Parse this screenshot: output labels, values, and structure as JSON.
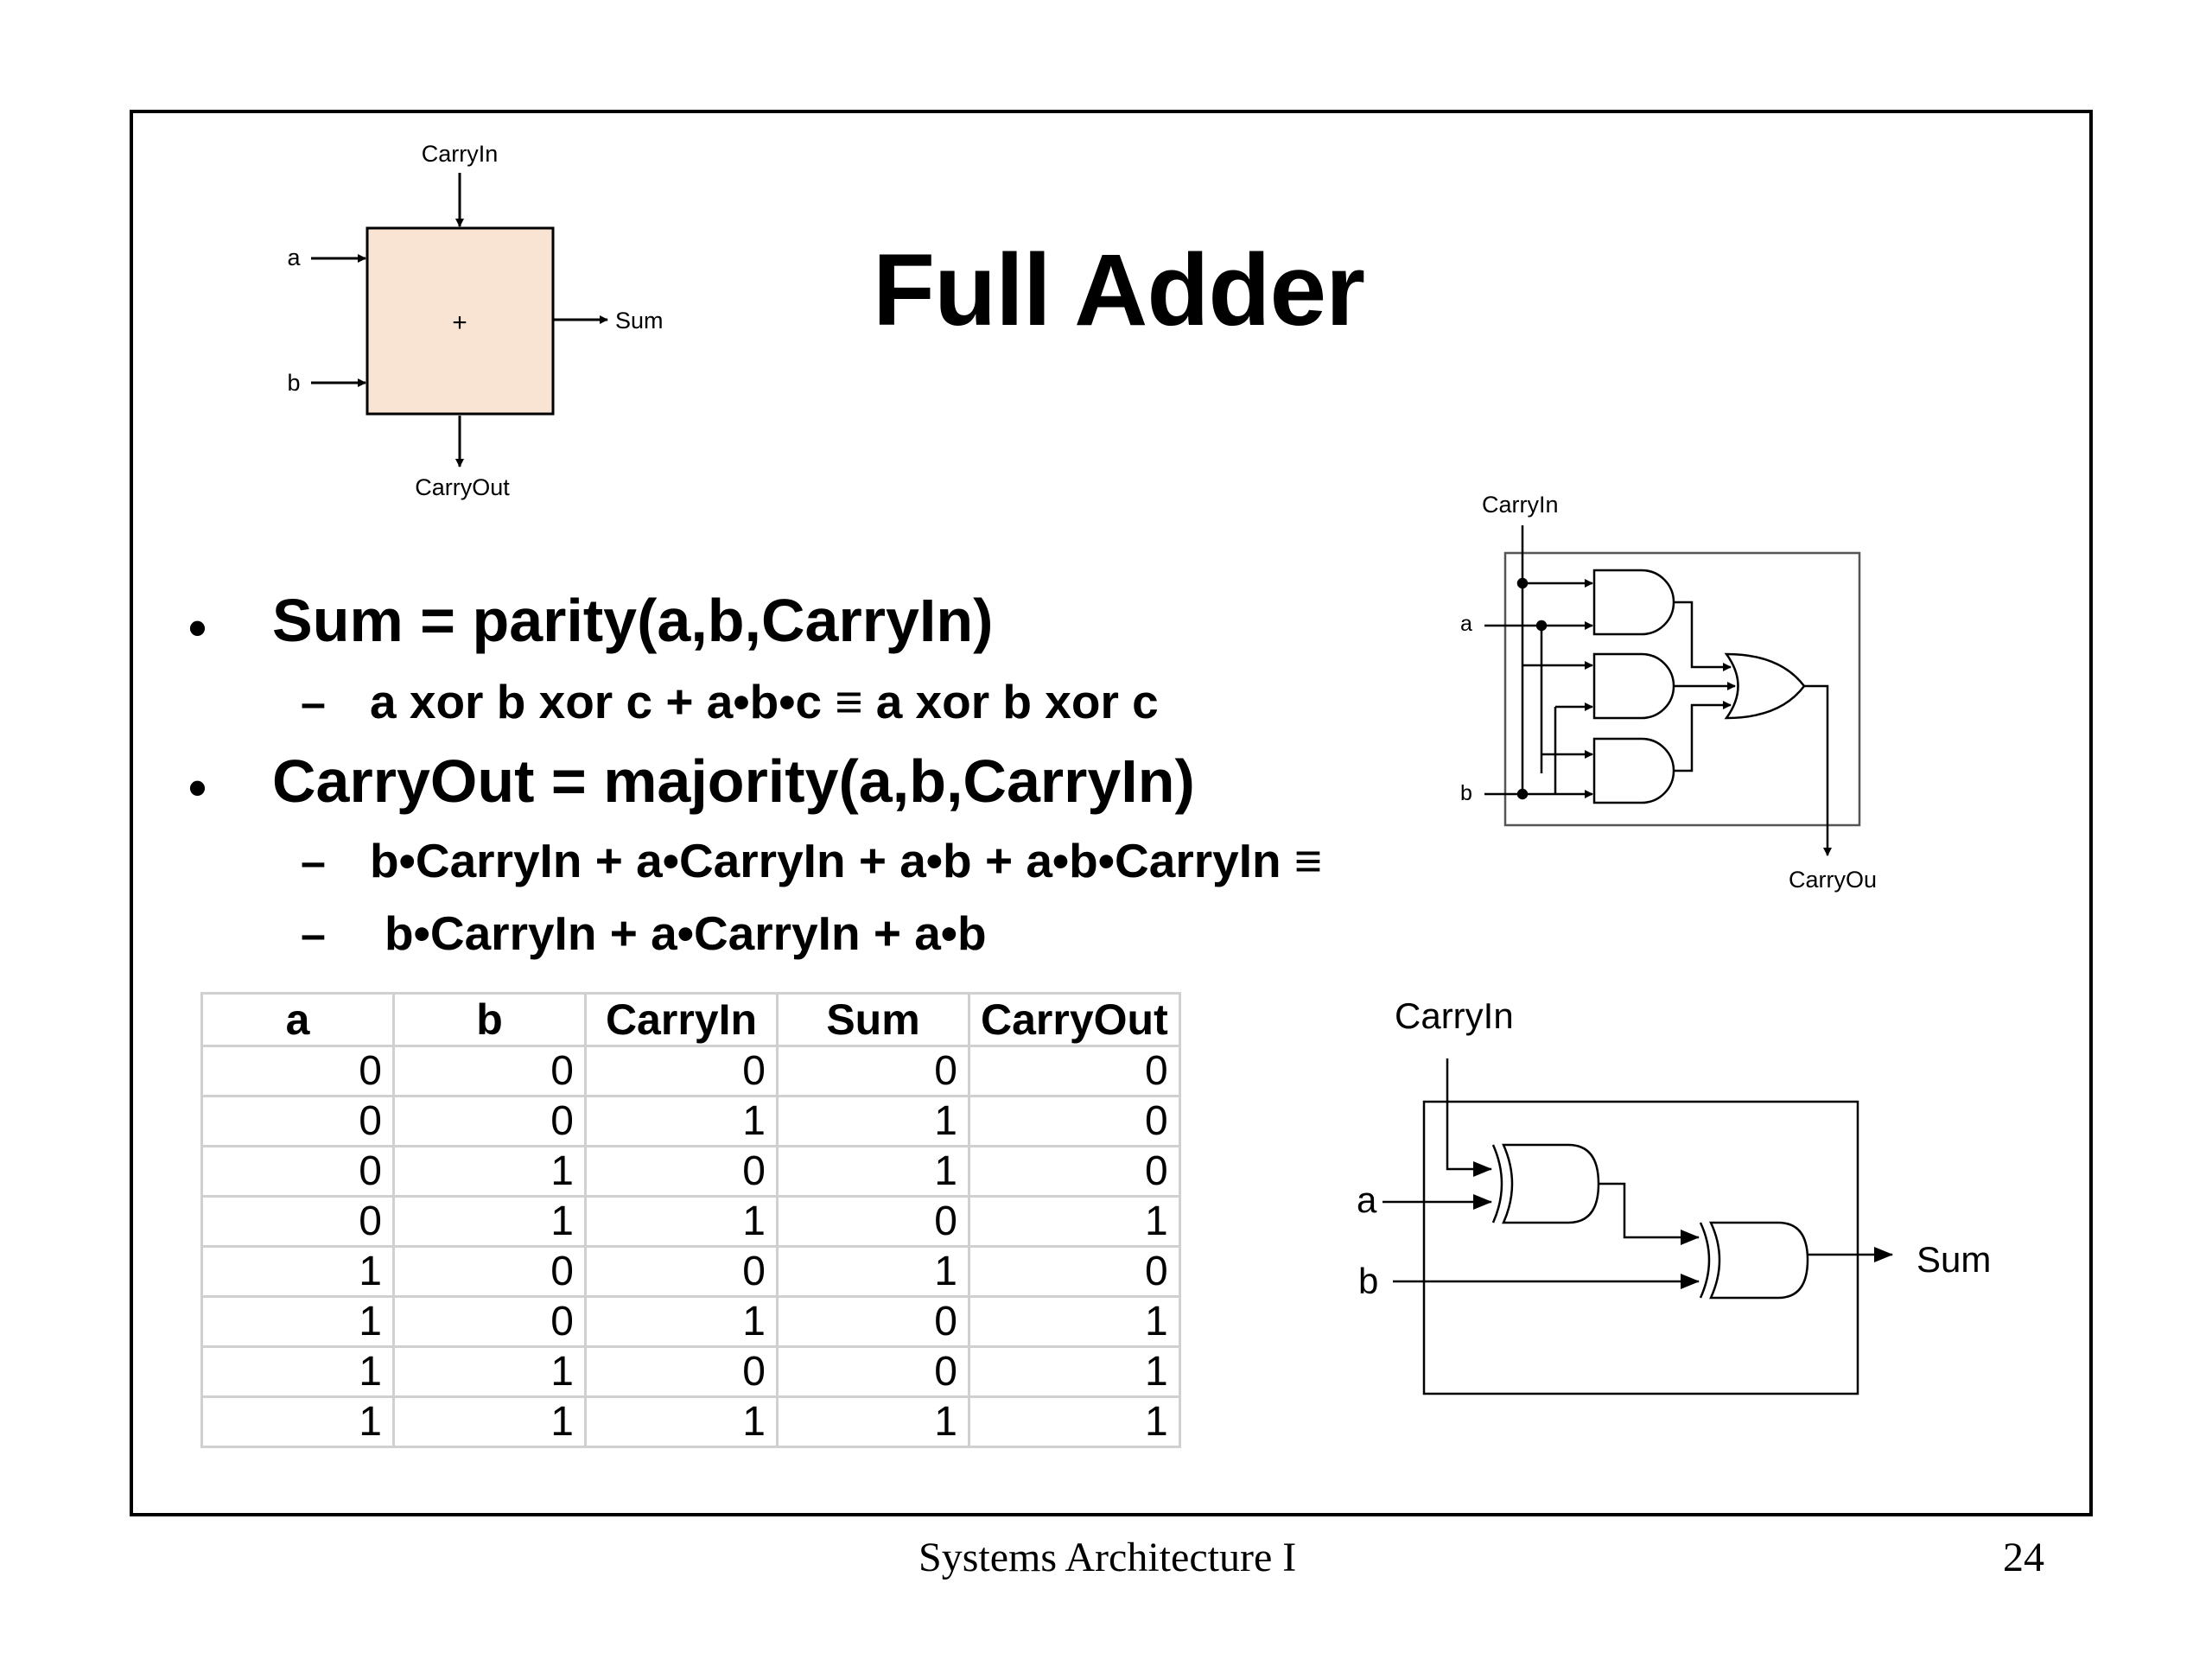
{
  "title": "Full Adder",
  "block_diagram": {
    "carry_in": "CarryIn",
    "a": "a",
    "b": "b",
    "symbol": "+",
    "sum": "Sum",
    "carry_out": "CarryOut",
    "fill_color": "#f9e4d4"
  },
  "bullets": [
    {
      "text": "Sum = parity(a,b,CarryIn)",
      "sub": [
        "a xor b xor c + a•b•c ≡ a xor b xor c"
      ]
    },
    {
      "text": "CarryOut = majority(a,b,CarryIn)",
      "sub": [
        "b•CarryIn + a•CarryIn + a•b + a•b•CarryIn ≡",
        "b•CarryIn + a•CarryIn + a•b"
      ]
    }
  ],
  "carry_circuit": {
    "carry_in": "CarryIn",
    "a": "a",
    "b": "b",
    "carry_out": "CarryOu"
  },
  "sum_circuit": {
    "carry_in": "CarryIn",
    "a": "a",
    "b": "b",
    "sum": "Sum"
  },
  "truth_table": {
    "headers": [
      "a",
      "b",
      "CarryIn",
      "Sum",
      "CarryOut"
    ],
    "rows": [
      [
        "0",
        "0",
        "0",
        "0",
        "0"
      ],
      [
        "0",
        "0",
        "1",
        "1",
        "0"
      ],
      [
        "0",
        "1",
        "0",
        "1",
        "0"
      ],
      [
        "0",
        "1",
        "1",
        "0",
        "1"
      ],
      [
        "1",
        "0",
        "0",
        "1",
        "0"
      ],
      [
        "1",
        "0",
        "1",
        "0",
        "1"
      ],
      [
        "1",
        "1",
        "0",
        "0",
        "1"
      ],
      [
        "1",
        "1",
        "1",
        "1",
        "1"
      ]
    ]
  },
  "footer": {
    "course": "Systems Architecture I",
    "page": "24"
  }
}
